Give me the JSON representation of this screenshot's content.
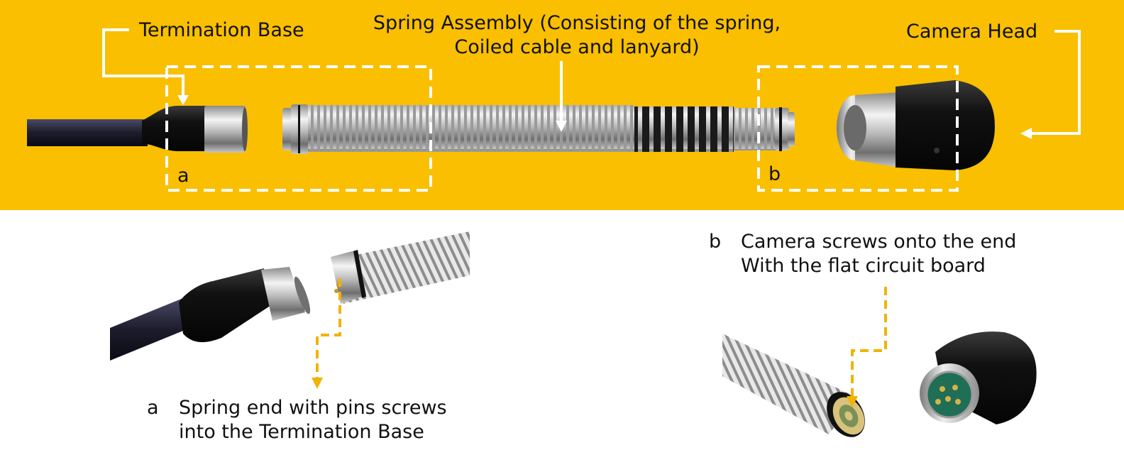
{
  "colors": {
    "band": "#F9BF00",
    "callout": "#F0B400",
    "white": "#ffffff"
  },
  "top": {
    "termination_base": "Termination Base",
    "spring_assembly_line1": "Spring Assembly (Consisting of the spring,",
    "spring_assembly_line2": "Coiled cable and lanyard)",
    "camera_head": "Camera Head",
    "box_a_label": "a",
    "box_b_label": "b"
  },
  "detail_a": {
    "letter": "a",
    "line1": "Spring end with pins screws",
    "line2": "into the Termination Base"
  },
  "detail_b": {
    "letter": "b",
    "line1": "Camera screws onto the end",
    "line2": "With the flat circuit board"
  }
}
